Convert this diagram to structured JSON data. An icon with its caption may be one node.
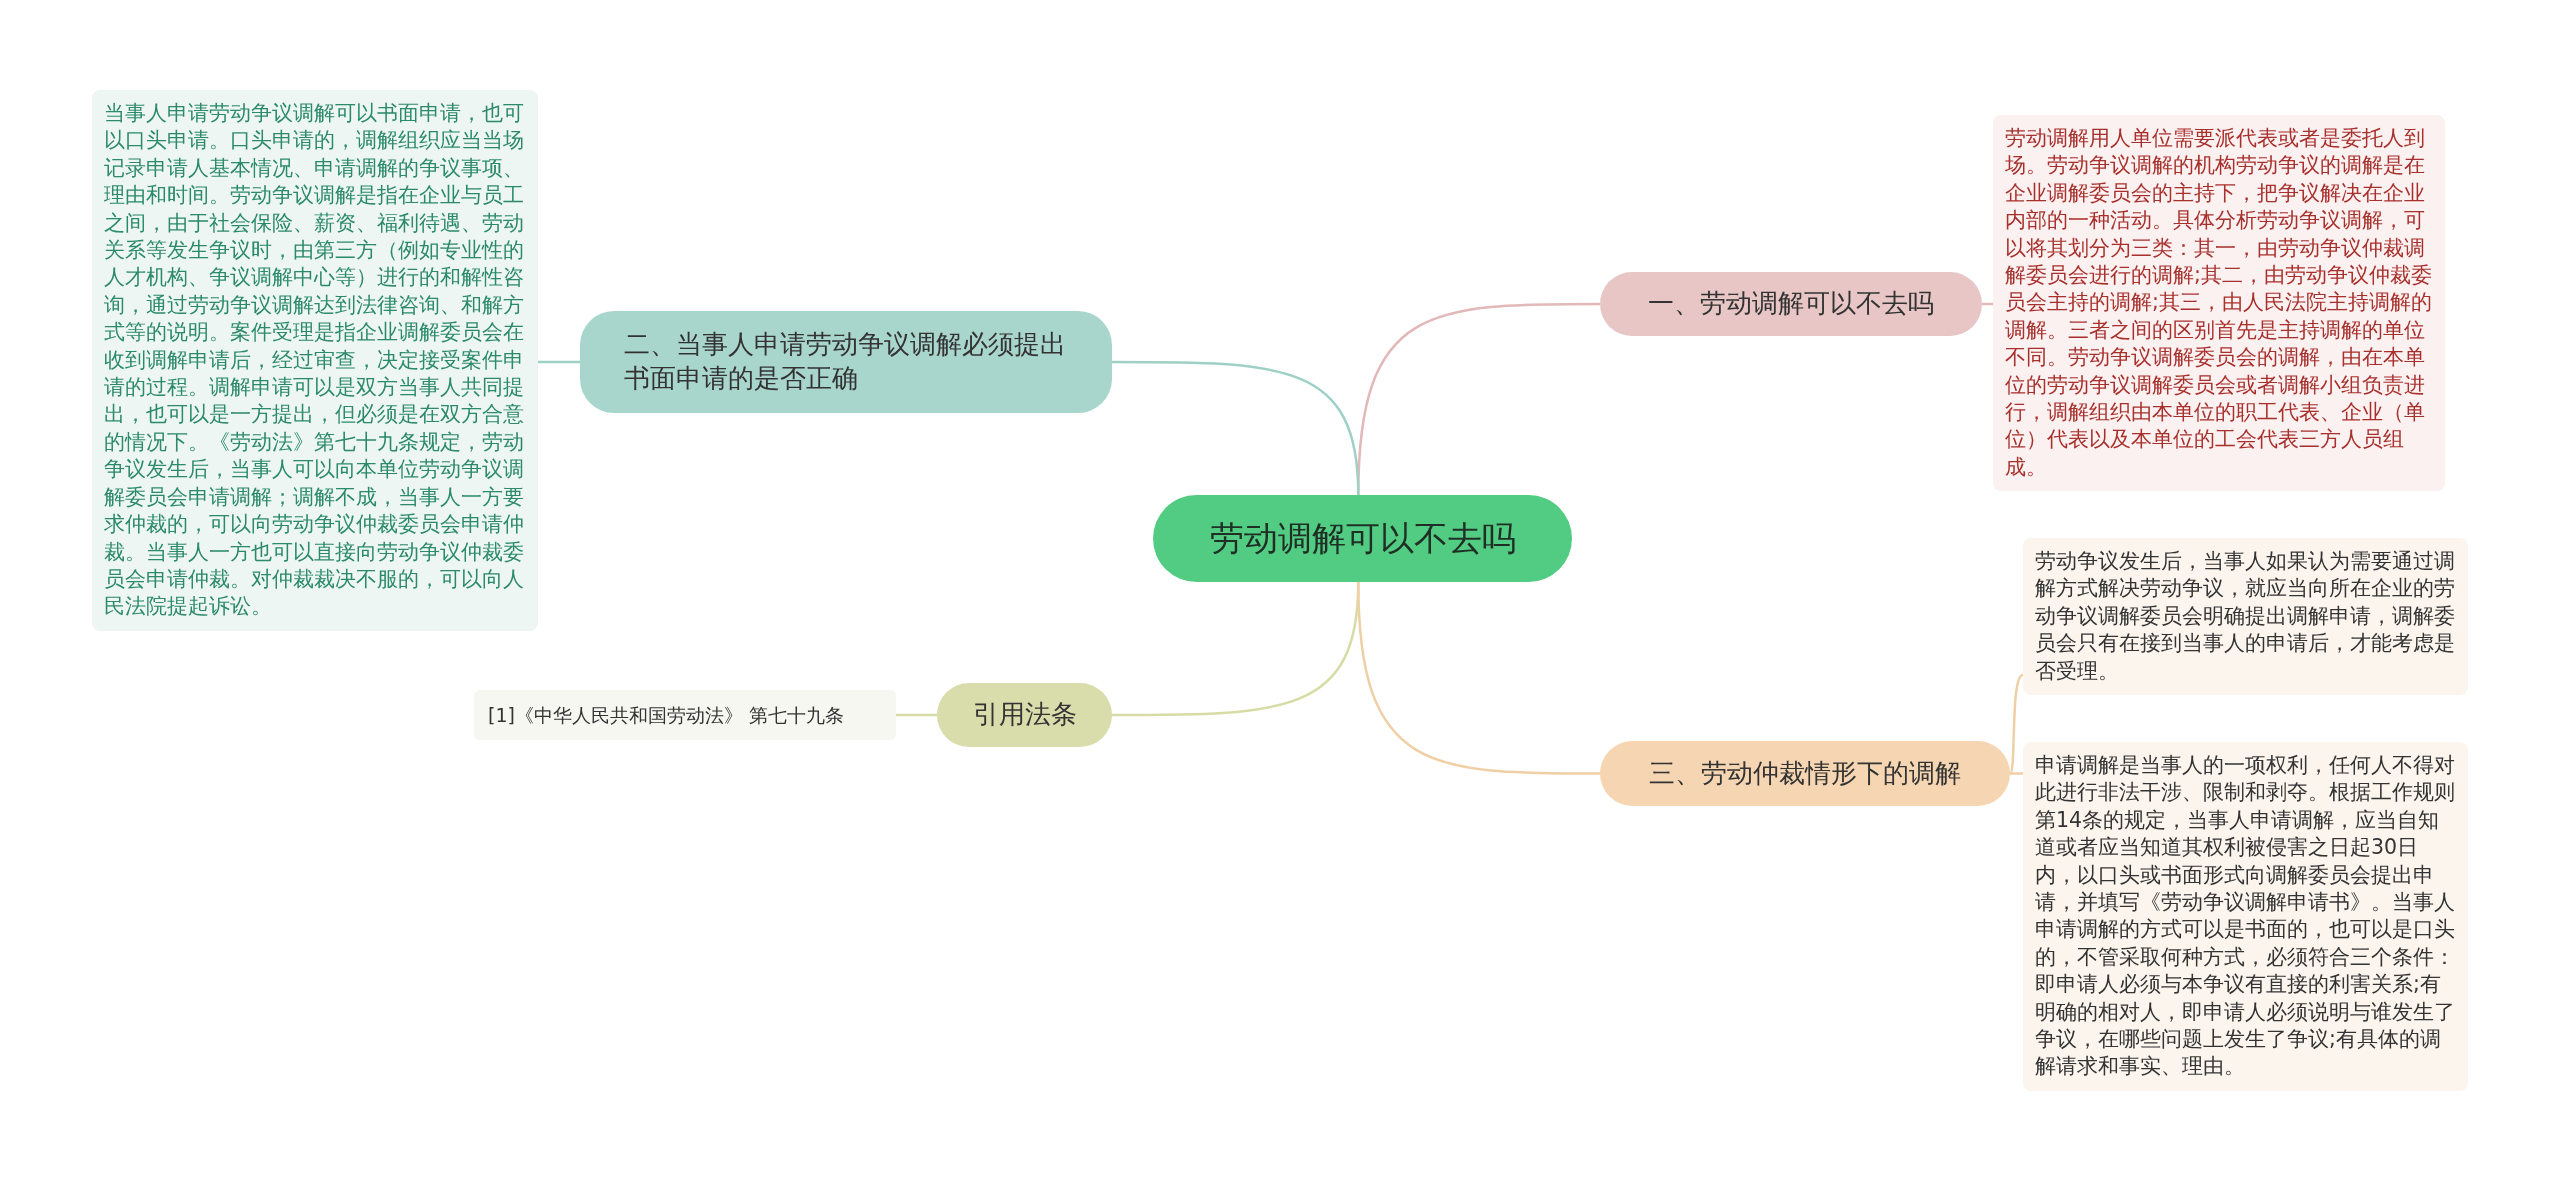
{
  "diagram": {
    "nodes": [
      {
        "text": [
          "劳动调解可以不去吗"
        ]
      },
      {
        "text": [
          "一、劳动调解可以不去吗"
        ]
      },
      {
        "text": [
          "劳动调解用人单位需要派代表或者是委托人到场。劳动争议调解的机构劳动争议的调解是在企业调解委员会的主持下，把争议解决在企业内部的一种活动。具体分析劳动争议调解，可以将其划分为三类：其一，由劳动争议仲裁调解委员会进行的调解;其二，由劳动争议仲裁委员会主持的调解;其三，由人民法院主持调解的调解。三者之间的区别首先是主持调解的单位不同。劳动争议调解委员会的调解，由在本单位的劳动争议调解委员会或者调解小组负责进行，调解组织由本单位的职工代表、企业（单位）代表以及本单位的工会代表三方人员组成。"
        ]
      },
      {
        "text": [
          "二、当事人申请劳动争议调解必须提出书面申请的是否正确"
        ]
      },
      {
        "text": [
          "当事人申请劳动争议调解可以书面申请，也可以口头申请。口头申请的，调解组织应当当场记录申请人基本情况、申请调解的争议事项、理由和时间。劳动争议调解是指在企业与员工之间，由于社会保险、薪资、福利待遇、劳动关系等发生争议时，由第三方（例如专业性的人才机构、争议调解中心等）进行的和解性咨询，通过劳动争议调解达到法律咨询、和解方式等的说明。案件受理是指企业调解委员会在收到调解申请后，经过审查，决定接受案件申请的过程。调解申请可以是双方当事人共同提出，也可以是一方提出，但必须是在双方合意的情况下。《劳动法》第七十九条规定，劳动争议发生后，当事人可以向本单位劳动争议调解委员会申请调解；调解不成，当事人一方要求仲裁的，可以向劳动争议仲裁委员会申请仲裁。当事人一方也可以直接向劳动争议仲裁委员会申请仲裁。对仲裁裁决不服的，可以向人民法院提起诉讼。"
        ]
      },
      {
        "text": [
          "引用法条"
        ]
      },
      {
        "text": [
          "[1]《中华人民共和国劳动法》 第七十九条"
        ]
      },
      {
        "text": [
          "三、劳动仲裁情形下的调解"
        ]
      },
      {
        "text": [
          "劳动争议发生后，当事人如果认为需要通过调解方式解决劳动争议，就应当向所在企业的劳动争议调解委员会明确提出调解申请，调解委员会只有在接到当事人的申请后，才能考虑是否受理。"
        ]
      },
      {
        "text": [
          "申请调解是当事人的一项权利，任何人不得对此进行非法干涉、限制和剥夺。根据工作规则第14条的规定，当事人申请调解，应当自知道或者应当知道其权利被侵害之日起30日内，以口头或书面形式向调解委员会提出申请，并填写《劳动争议调解申请书》。当事人申请调解的方式可以是书面的，也可以是口头的，不管采取何种方式，必须符合三个条件：即申请人必须与本争议有直接的利害关系;有明确的相对人，即申请人必须说明与谁发生了争议，在哪些问题上发生了争议;有具体的调解请求和事实、理由。"
        ]
      }
    ],
    "edges": [
      {
        "from": 0,
        "to": 1,
        "arrow": "none",
        "color": "#e2b8b8"
      },
      {
        "from": 1,
        "to": 2,
        "arrow": "none",
        "color": "#e2b8b8"
      },
      {
        "from": 0,
        "to": 3,
        "arrow": "none",
        "color": "#9fd0c6"
      },
      {
        "from": 3,
        "to": 4,
        "arrow": "none",
        "color": "#9fd0c6"
      },
      {
        "from": 0,
        "to": 5,
        "arrow": "none",
        "color": "#d6dca4"
      },
      {
        "from": 5,
        "to": 6,
        "arrow": "none",
        "color": "#d6dca4"
      },
      {
        "from": 0,
        "to": 7,
        "arrow": "none",
        "color": "#efcfa6"
      },
      {
        "from": 7,
        "to": 8,
        "arrow": "none",
        "color": "#efcfa6"
      },
      {
        "from": 7,
        "to": 9,
        "arrow": "none",
        "color": "#efcfa6"
      }
    ]
  }
}
